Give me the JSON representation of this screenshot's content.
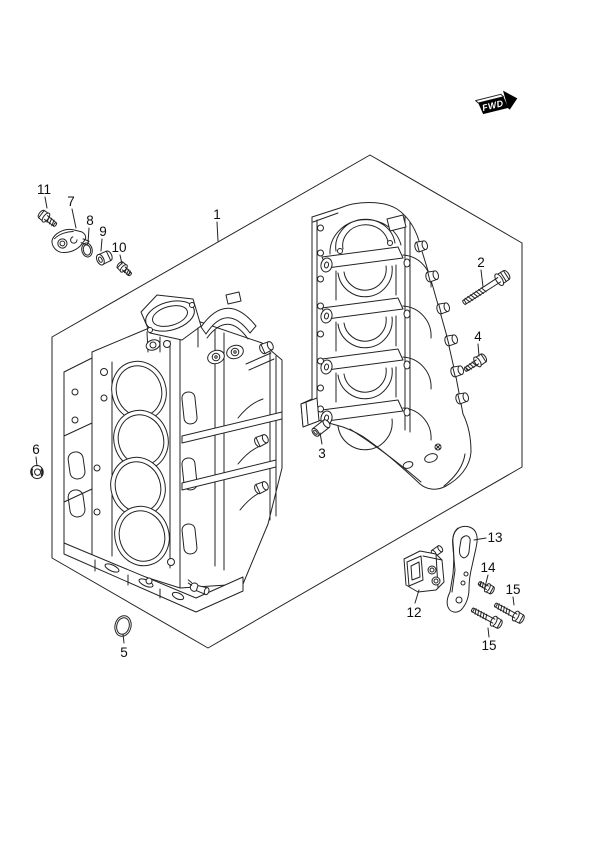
{
  "colors": {
    "line": "#232323",
    "bg": "#ffffff",
    "badge": "#000000",
    "badge_text": "#ffffff"
  },
  "fwd_badge": {
    "label": "FWD",
    "icon": "forward-arrow-icon"
  },
  "callouts": [
    {
      "label": "1"
    },
    {
      "label": "2"
    },
    {
      "label": "3"
    },
    {
      "label": "4"
    },
    {
      "label": "5"
    },
    {
      "label": "6"
    },
    {
      "label": "7"
    },
    {
      "label": "8"
    },
    {
      "label": "9"
    },
    {
      "label": "10"
    },
    {
      "label": "11"
    },
    {
      "label": "12"
    },
    {
      "label": "13"
    },
    {
      "label": "14"
    },
    {
      "label": "15"
    },
    {
      "label": "15"
    }
  ]
}
